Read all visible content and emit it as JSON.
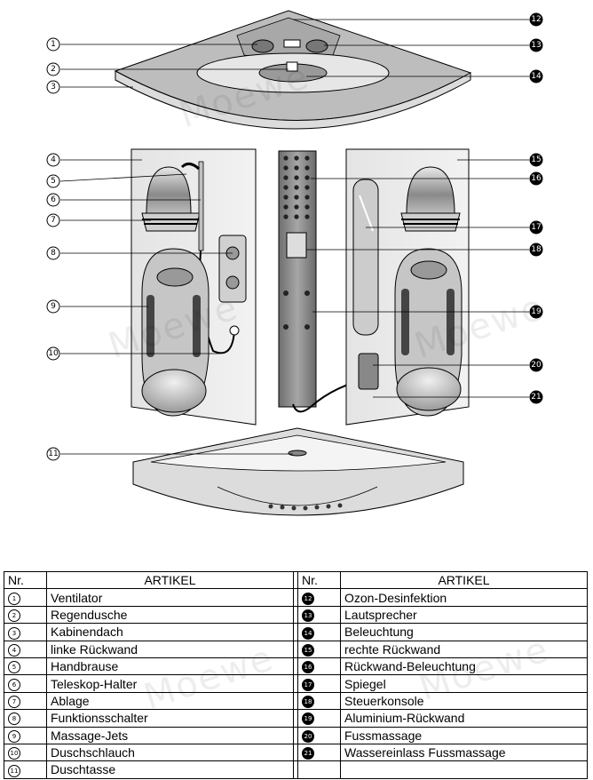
{
  "table": {
    "header_nr": "Nr.",
    "header_artikel": "ARTIKEL",
    "left": [
      {
        "nr": "1",
        "label": "Ventilator"
      },
      {
        "nr": "2",
        "label": "Regendusche"
      },
      {
        "nr": "3",
        "label": "Kabinendach"
      },
      {
        "nr": "4",
        "label": "linke Rückwand"
      },
      {
        "nr": "5",
        "label": "Handbrause"
      },
      {
        "nr": "6",
        "label": "Teleskop-Halter"
      },
      {
        "nr": "7",
        "label": "Ablage"
      },
      {
        "nr": "8",
        "label": "Funktionsschalter"
      },
      {
        "nr": "9",
        "label": "Massage-Jets"
      },
      {
        "nr": "10",
        "label": "Duschschlauch"
      },
      {
        "nr": "11",
        "label": "Duschtasse"
      }
    ],
    "right": [
      {
        "nr": "12",
        "label": "Ozon-Desinfektion"
      },
      {
        "nr": "13",
        "label": "Lautsprecher"
      },
      {
        "nr": "14",
        "label": "Beleuchtung"
      },
      {
        "nr": "15",
        "label": "rechte Rückwand"
      },
      {
        "nr": "16",
        "label": "Rückwand-Beleuchtung"
      },
      {
        "nr": "17",
        "label": "Spiegel"
      },
      {
        "nr": "18",
        "label": "Steuerkonsole"
      },
      {
        "nr": "19",
        "label": "Aluminium-Rückwand"
      },
      {
        "nr": "20",
        "label": "Fussmassage"
      },
      {
        "nr": "21",
        "label": "Wassereinlass Fussmassage"
      }
    ]
  },
  "callouts": [
    "1",
    "2",
    "3",
    "4",
    "5",
    "6",
    "7",
    "8",
    "9",
    "10",
    "11",
    "12",
    "13",
    "14",
    "15",
    "16",
    "17",
    "18",
    "19",
    "20",
    "21"
  ],
  "watermark": "Moewe"
}
